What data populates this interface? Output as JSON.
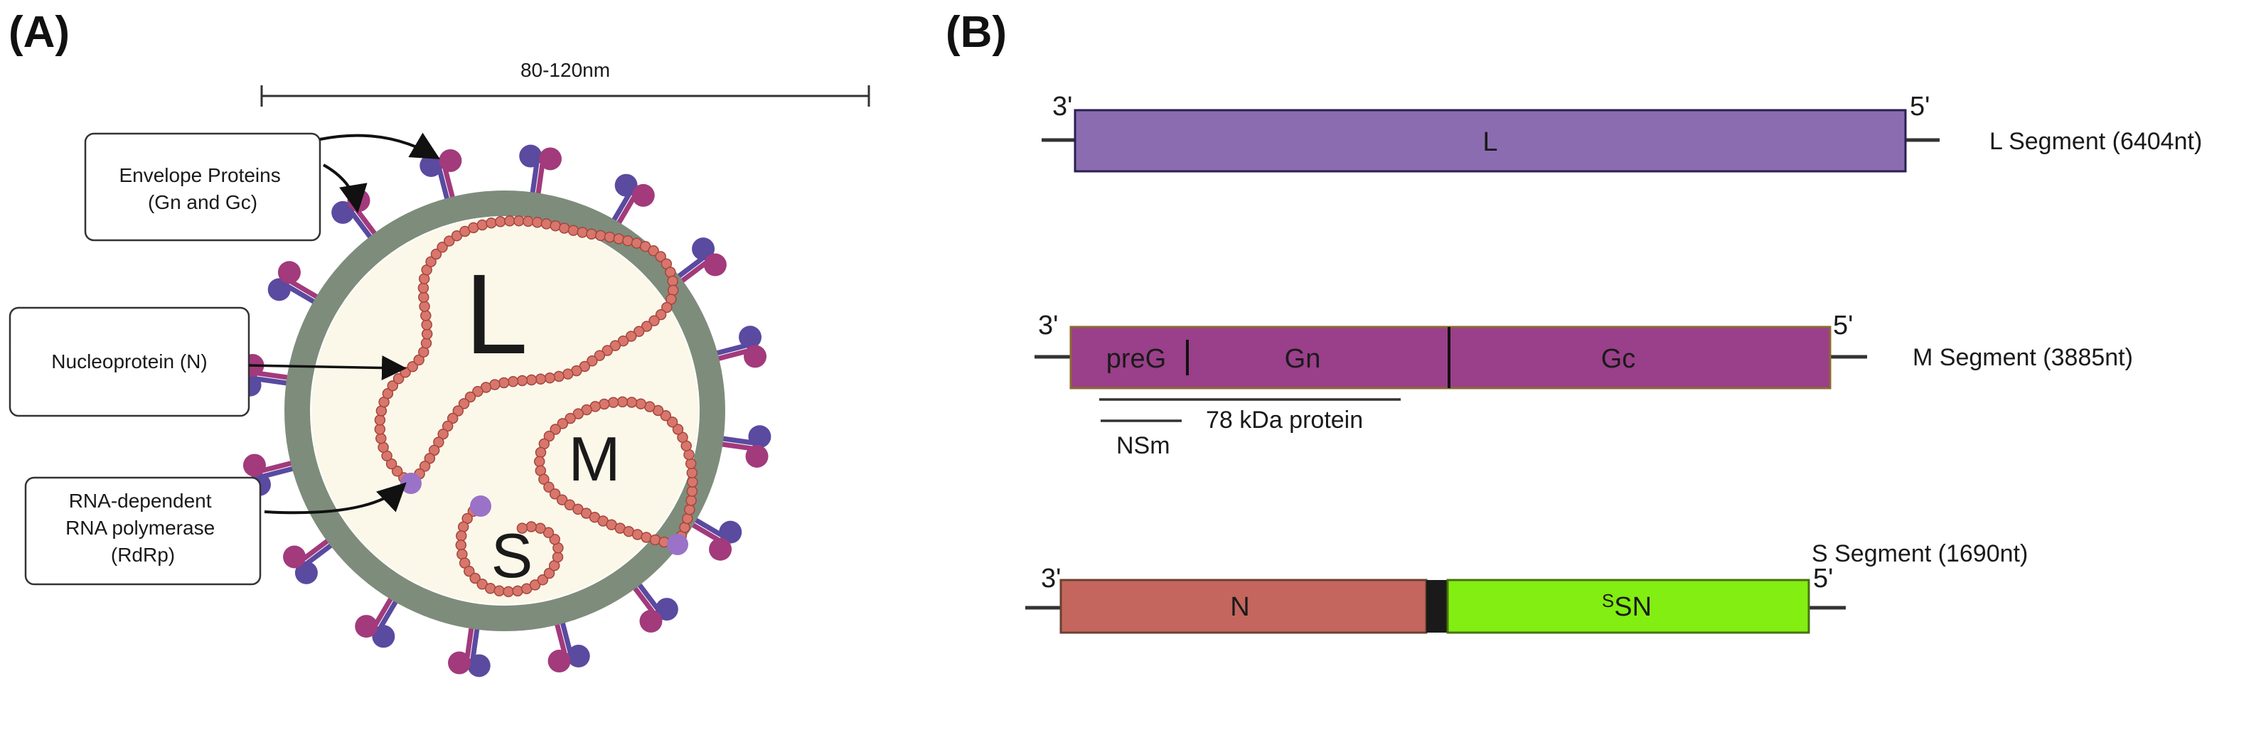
{
  "panels": {
    "a": "(A)",
    "b": "(B)"
  },
  "virion": {
    "scale_label": "80-120nm",
    "segment_letters": {
      "l": "L",
      "m": "M",
      "s": "S"
    },
    "callouts": {
      "envelope": [
        "Envelope Proteins",
        "(Gn and Gc)"
      ],
      "nucleoprotein": [
        "Nucleoprotein (N)"
      ],
      "rdrp": [
        "RNA-dependent",
        "RNA polymerase",
        "(RdRp)"
      ]
    },
    "colors": {
      "membrane": "#7e8c7c",
      "interior": "#fbf8ea",
      "rnp_bead": "#d9766c",
      "rnp_outline": "#a2463e",
      "polymerase": "#9a72c8",
      "spike_purple": "#5a4aa0",
      "spike_magenta": "#a23a7c"
    }
  },
  "genome": {
    "prime3": "3'",
    "prime5": "5'",
    "l_segment": {
      "gene": "L",
      "label": "L Segment (6404nt)",
      "color": "#8b6cb0"
    },
    "m_segment": {
      "label": "M Segment (3885nt)",
      "color": "#9a3f8a",
      "parts": {
        "preg": "preG",
        "gn": "Gn",
        "gc": "Gc"
      },
      "annotations": {
        "nsm": "NSm",
        "kda": "78 kDa protein"
      }
    },
    "s_segment": {
      "label": "S Segment (1690nt)",
      "n_gene": "N",
      "n_color": "#c4665e",
      "nss_prefix": "S",
      "nss_gene": "SN",
      "nss_color": "#82ee12"
    }
  }
}
